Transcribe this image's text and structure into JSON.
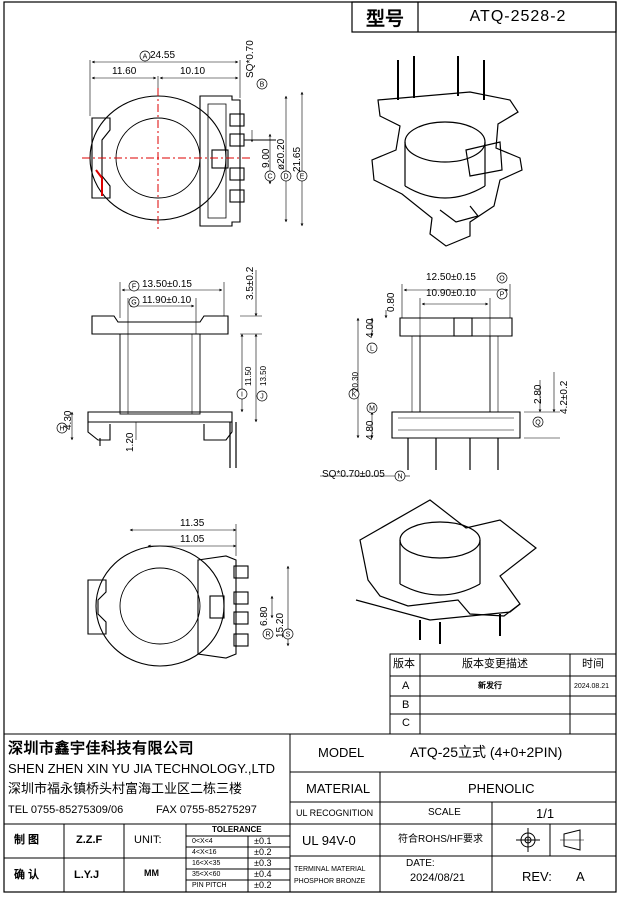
{
  "header": {
    "type_label": "型号",
    "part_number": "ATQ-2528-2"
  },
  "dimensions": {
    "A": "24.55",
    "top_left": "11.60",
    "top_right": "10.10",
    "B": "SQ*0.70",
    "C": "9.00",
    "D": "ø20.20",
    "E": "21.65",
    "F": "13.50±0.15",
    "G": "11.90±0.10",
    "H": "4.30",
    "I": "11.50",
    "J": "13.50",
    "three_five": "3.5±0.2",
    "one_twenty": "1.20",
    "O": "12.50±0.15",
    "P": "10.90±0.10",
    "zero_eighty": "0.80",
    "L": "4.00",
    "K": "20.30",
    "M": "4.80",
    "Q": "4.2±0.2",
    "two_eighty": "2.80",
    "N": "SQ*0.70±0.05",
    "bottom_1135": "11.35",
    "bottom_1105": "11.05",
    "R": "6.80",
    "S": "15.20"
  },
  "callouts": [
    "A",
    "B",
    "C",
    "D",
    "E",
    "F",
    "G",
    "H",
    "I",
    "J",
    "K",
    "L",
    "M",
    "N",
    "O",
    "P",
    "Q",
    "R",
    "S"
  ],
  "revision": {
    "col_version": "版本",
    "col_desc": "版本变更描述",
    "col_time": "时间",
    "rows": [
      {
        "ver": "A",
        "desc": "新发行",
        "time": "2024.08.21"
      },
      {
        "ver": "B",
        "desc": "",
        "time": ""
      },
      {
        "ver": "C",
        "desc": "",
        "time": ""
      }
    ]
  },
  "titleblock": {
    "company_cn": "深圳市鑫宇佳科技有限公司",
    "company_en": "SHEN ZHEN XIN YU JIA TECHNOLOGY.,LTD",
    "address": "深圳市福永镇桥头村富海工业区二栋三楼",
    "tel": "TEL 0755-85275309/06",
    "fax": "FAX 0755-85275297",
    "model_label": "MODEL",
    "model_value": "ATQ-25立式 (4+0+2PIN)",
    "material_label": "MATERIAL",
    "material_value": "PHENOLIC",
    "ul_label": "UL RECOGNITION",
    "scale_label": "SCALE",
    "scale_value": "1/1",
    "ul_value": "UL 94V-0",
    "rohs": "符合ROHS/HF要求",
    "terminal_label": "TERMINAL MATERIAL",
    "terminal_value": "PHOSPHOR BRONZE",
    "date_label": "DATE:",
    "date_value": "2024/08/21",
    "rev_label": "REV:",
    "rev_value": "A",
    "made_label": "制 图",
    "made_value": "Z.Z.F",
    "check_label": "确 认",
    "check_value": "L.Y.J",
    "unit_label": "UNIT:",
    "unit_value": "MM",
    "tolerance_label": "TOLERANCE",
    "tolerances": [
      {
        "range": "0<X<4",
        "tol": "±0.1"
      },
      {
        "range": "4<X<16",
        "tol": "±0.2"
      },
      {
        "range": "16<X<35",
        "tol": "±0.3"
      },
      {
        "range": "35<X<60",
        "tol": "±0.4"
      },
      {
        "range": "PIN PITCH",
        "tol": "±0.2"
      }
    ]
  }
}
